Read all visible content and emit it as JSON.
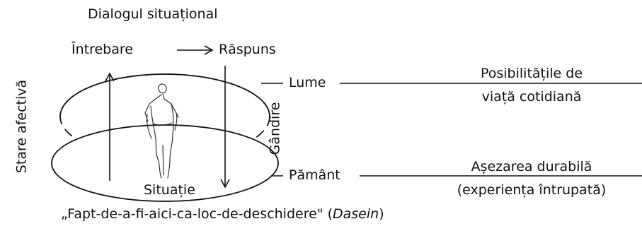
{
  "title": "Dialogul situațional",
  "question": "Întrebare",
  "answer": "Răspuns",
  "left_vertical": "Stare afectivă",
  "right_vertical": "Gândire",
  "upper_level": "Lume",
  "lower_level": "Pământ",
  "upper_description": [
    "Posibilitățile de",
    "viață cotidiană"
  ],
  "lower_description": [
    "Așezarea durabilă",
    "(experiența întrupată)"
  ],
  "situation": "Situație",
  "caption": {
    "text": "„Fapt-de-a-fi-aici-ca-loc-de-deschidere\" (",
    "italic": "Dasein",
    "close": ")"
  },
  "colors": {
    "ink": "#111111",
    "background": "#ffffff"
  }
}
